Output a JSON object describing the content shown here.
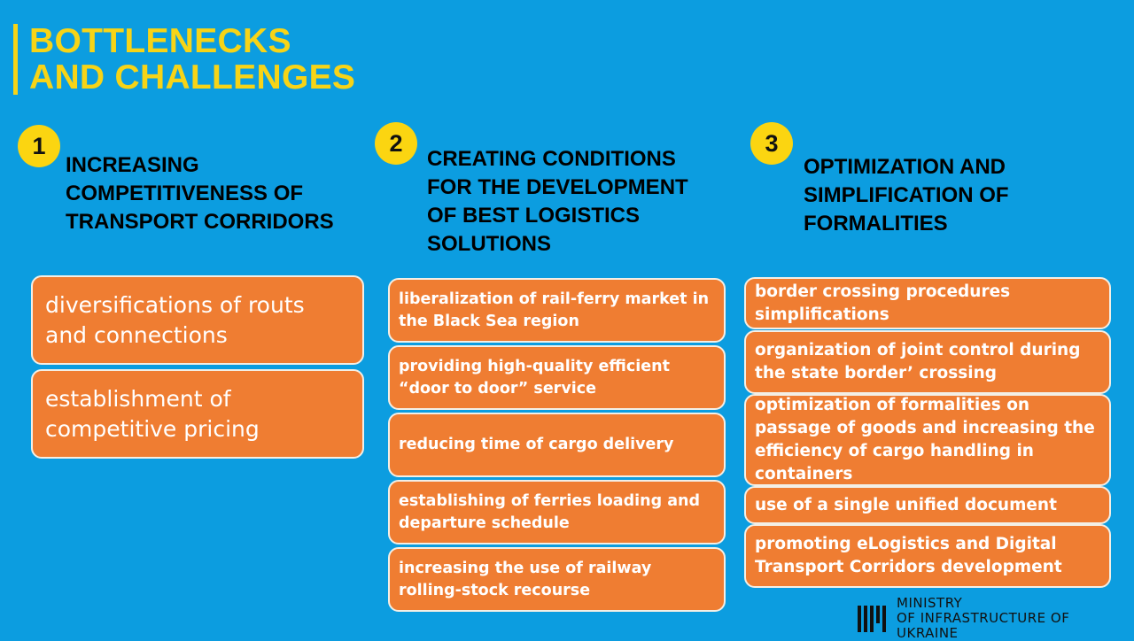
{
  "slide": {
    "title_line1": "BOTTLENECKS",
    "title_line2": "AND CHALLENGES",
    "colors": {
      "background": "#0c9de0",
      "title": "#f7d417",
      "badge": "#fbd511",
      "box": "#ef7d32"
    }
  },
  "columns": [
    {
      "number": "1",
      "heading": [
        "INCREASING",
        "COMPETITIVENESS OF",
        "TRANSPORT CORRIDORS"
      ],
      "items": [
        "diversifications of routs and connections",
        "establishment of competitive pricing"
      ]
    },
    {
      "number": "2",
      "heading": [
        "CREATING CONDITIONS",
        "FOR THE DEVELOPMENT",
        "OF BEST LOGISTICS",
        "SOLUTIONS"
      ],
      "items": [
        "liberalization of rail-ferry market in the Black Sea region",
        "providing high-quality efficient “door to door” service",
        "reducing time of cargo delivery",
        "establishing of ferries loading and departure schedule",
        "increasing the use of railway rolling-stock recourse"
      ]
    },
    {
      "number": "3",
      "heading": [
        "OPTIMIZATION AND",
        "SIMPLIFICATION OF",
        "FORMALITIES"
      ],
      "items": [
        "border crossing procedures simplifications",
        "organization of joint control during the state border’ crossing",
        "optimization of formalities on passage of goods and increasing the efficiency of cargo handling in containers",
        "use of a single unified document",
        "promoting eLogistics and Digital Transport Corridors development"
      ]
    }
  ],
  "footer": {
    "logo_icon": "ministry-logo-icon",
    "line1": "MINISTRY",
    "line2": "OF INFRASTRUCTURE OF UKRAINE"
  }
}
